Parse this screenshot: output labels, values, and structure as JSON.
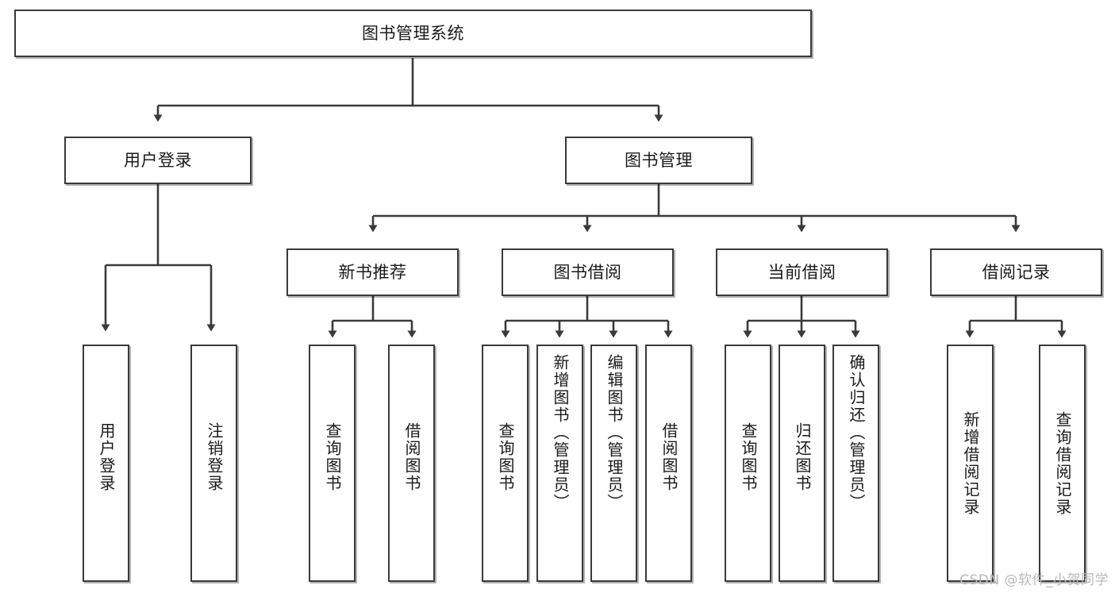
{
  "diagram": {
    "title": "图书管理系统",
    "type": "tree-hierarchy-chart",
    "root": {
      "id": "root",
      "label": "图书管理系统"
    },
    "level1": [
      {
        "id": "user-login",
        "label": "用户登录"
      },
      {
        "id": "book-manage",
        "label": "图书管理"
      }
    ],
    "level2": [
      {
        "id": "new-book-rec",
        "label": "新书推荐",
        "parent": "book-manage"
      },
      {
        "id": "book-borrow",
        "label": "图书借阅",
        "parent": "book-manage"
      },
      {
        "id": "current-borrow",
        "label": "当前借阅",
        "parent": "book-manage"
      },
      {
        "id": "borrow-record",
        "label": "借阅记录",
        "parent": "book-manage"
      }
    ],
    "leaves": [
      {
        "id": "leaf-user-login",
        "label": "用户登录",
        "parent": "user-login"
      },
      {
        "id": "leaf-logout-login",
        "label": "注销登录",
        "parent": "user-login"
      },
      {
        "id": "leaf-query-book-1",
        "label": "查询图书",
        "parent": "new-book-rec"
      },
      {
        "id": "leaf-borrow-book-1",
        "label": "借阅图书",
        "parent": "new-book-rec"
      },
      {
        "id": "leaf-query-book-2",
        "label": "查询图书",
        "parent": "book-borrow"
      },
      {
        "id": "leaf-add-book",
        "label": "新增图书（管理员）",
        "parent": "book-borrow"
      },
      {
        "id": "leaf-edit-book",
        "label": "编辑图书（管理员）",
        "parent": "book-borrow"
      },
      {
        "id": "leaf-borrow-book-2",
        "label": "借阅图书",
        "parent": "book-borrow"
      },
      {
        "id": "leaf-query-book-3",
        "label": "查询图书",
        "parent": "current-borrow"
      },
      {
        "id": "leaf-return-book",
        "label": "归还图书",
        "parent": "current-borrow"
      },
      {
        "id": "leaf-confirm-return",
        "label": "确认归还（管理员）",
        "parent": "current-borrow"
      },
      {
        "id": "leaf-add-record",
        "label": "新增借阅记录",
        "parent": "borrow-record"
      },
      {
        "id": "leaf-query-record",
        "label": "查询借阅记录",
        "parent": "borrow-record"
      }
    ],
    "watermark": "CSDN @软件_小贺同学",
    "colors": {
      "stroke": "#3a3a3a",
      "fill": "#ffffff",
      "text": "#1a1a1a",
      "watermark": "#b9b9b9"
    }
  }
}
